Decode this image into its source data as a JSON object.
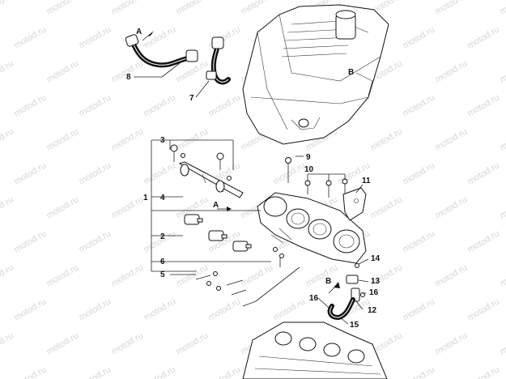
{
  "diagram": {
    "callouts": {
      "c1": "1",
      "c2": "2",
      "c3": "3",
      "c4": "4",
      "c5": "5",
      "c6": "6",
      "c7": "7",
      "c8": "8",
      "c9": "9",
      "c10": "10",
      "c11": "11",
      "c12": "12",
      "c13": "13",
      "c14": "14",
      "c15": "15",
      "c16a": "16",
      "c16b": "16",
      "refA1": "A",
      "refA2": "A",
      "refB1": "B",
      "refB2": "B"
    },
    "watermark": "motod.ru"
  }
}
